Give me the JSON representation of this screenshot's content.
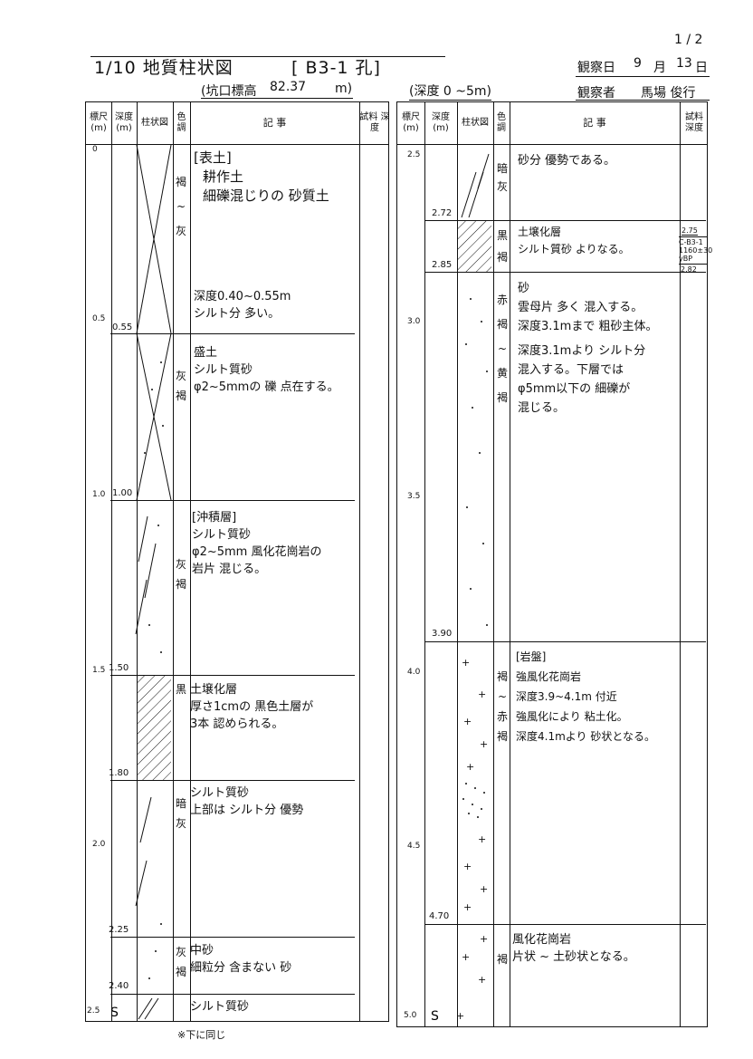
{
  "page": {
    "number": "1 / 2",
    "footer_note": "※下に同じ"
  },
  "title": {
    "main": "1/10 地質柱状図",
    "hole": "[ B3-1 孔]"
  },
  "meta": {
    "date_label": "観察日",
    "month": "9",
    "month_unit": "月",
    "day": "13",
    "day_unit": "日",
    "observer_label": "観察者",
    "observer": "馬場 俊行",
    "elevation_label": "(坑口標高",
    "elevation": "82.37",
    "elevation_unit": "m)",
    "depth_range": "(深度 0 ~5m)"
  },
  "headers": {
    "scale": "標尺 (m)",
    "depth": "深度 (m)",
    "column": "柱状図",
    "color": "色 調",
    "notes": "記 事",
    "sample": "試料 深度"
  },
  "left": {
    "ticks": [
      "0",
      "0.5",
      "1.0",
      "1.5",
      "2.0",
      "2.5"
    ],
    "depths": [
      "0.55",
      "1.00",
      "1.50",
      "1.80",
      "2.25",
      "2.40"
    ],
    "colors": [
      "褐 ~ 灰",
      "灰 褐",
      "灰 褐",
      "黒",
      "暗 灰",
      "灰 褐"
    ],
    "notes": [
      [
        "[表土]",
        "耕作土",
        "細礫混じりの 砂質土"
      ],
      [
        "深度0.40~0.55m",
        "シルト分 多い。"
      ],
      [
        "盛土",
        "シルト質砂",
        "φ2~5mmの 礫 点在する。"
      ],
      [
        "[沖積層]",
        "シルト質砂",
        "φ2~5mm 風化花崗岩の",
        "岩片 混じる。"
      ],
      [
        "土壌化層",
        "厚さ1cmの 黒色土層が",
        "3本 認められる。"
      ],
      [
        "シルト質砂",
        "上部は シルト分 優勢"
      ],
      [
        "中砂",
        "細粒分 含まない 砂"
      ],
      [
        "シルト質砂"
      ]
    ]
  },
  "right": {
    "ticks": [
      "2.5",
      "3.0",
      "3.5",
      "4.0",
      "4.5",
      "5.0"
    ],
    "depths": [
      "2.72",
      "2.85",
      "3.90",
      "4.70"
    ],
    "colors": [
      "暗 灰",
      "黒 褐",
      "赤 褐 ~ 黄 褐",
      "褐 ~ 赤 褐",
      "褐"
    ],
    "notes": [
      [
        "砂分 優勢である。"
      ],
      [
        "土壌化層",
        "シルト質砂 よりなる。"
      ],
      [
        "砂",
        "雲母片 多く 混入する。",
        "深度3.1mまで 粗砂主体。",
        "深度3.1mより シルト分",
        "混入する。下層では",
        "φ5mm以下の 細礫が",
        "混じる。"
      ],
      [
        "[岩盤]",
        "強風化花崗岩",
        "深度3.9~4.1m 付近",
        "強風化により 粘土化。",
        "深度4.1mより 砂状となる。"
      ],
      [
        "風化花崗岩",
        "片状 ~ 土砂状となる。"
      ]
    ],
    "sample": {
      "depth": "2.75",
      "lines": [
        "C-B3-1",
        "1160±30",
        "yBP"
      ],
      "bottom": "2.82"
    }
  }
}
